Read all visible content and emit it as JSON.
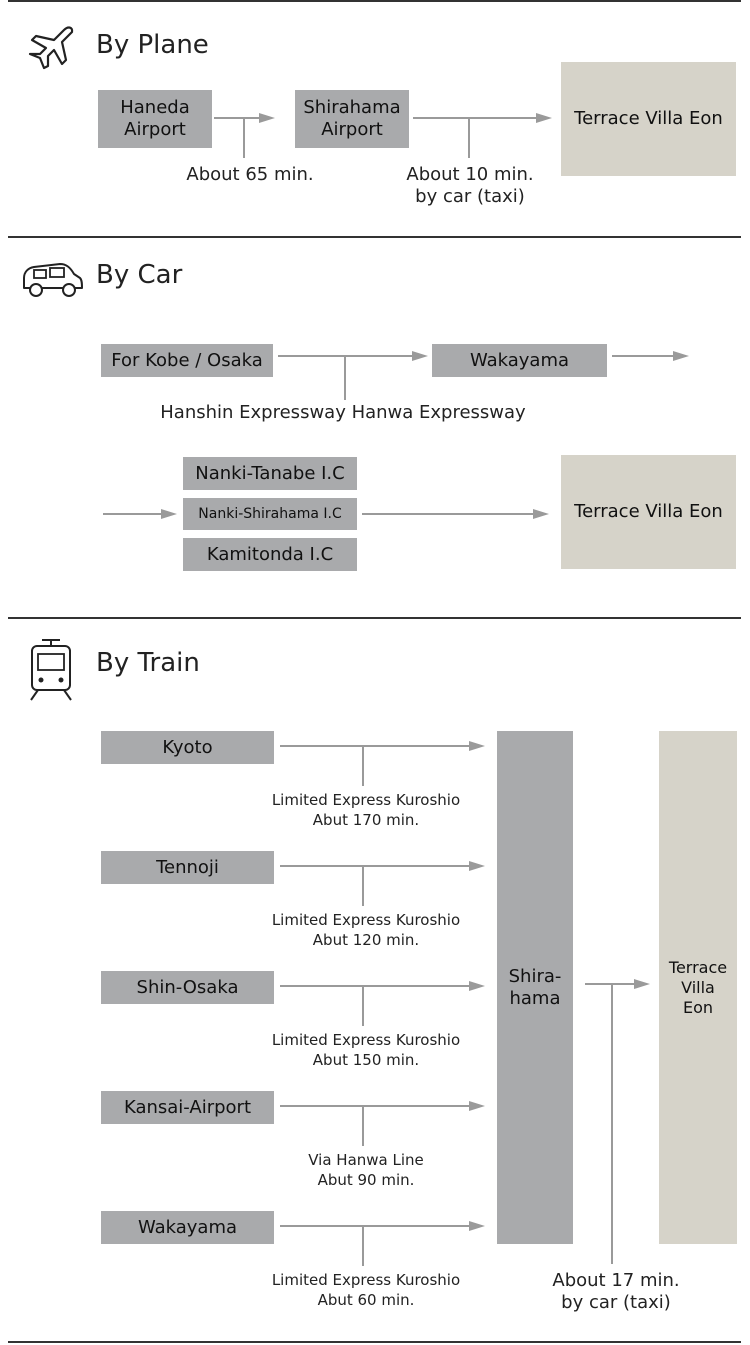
{
  "plane": {
    "title": "By Plane",
    "origin": "Haneda\nAirport",
    "via": "Shirahama\nAirport",
    "dest": "Terrace Villa Eon",
    "leg1": "About 65 min.",
    "leg2": "About 10 min.\nby car (taxi)"
  },
  "car": {
    "title": "By Car",
    "from": "For Kobe / Osaka",
    "via": "Wakayama",
    "road": "Hanshin Expressway Hanwa Expressway",
    "exits": [
      "Nanki-Tanabe I.C",
      "Nanki-Shirahama I.C",
      "Kamitonda I.C"
    ],
    "dest": "Terrace Villa Eon"
  },
  "train": {
    "title": "By Train",
    "routes": [
      {
        "station": "Kyoto",
        "info": "Limited Express Kuroshio\nAbut 170 min."
      },
      {
        "station": "Tennoji",
        "info": "Limited Express Kuroshio\nAbut 120 min."
      },
      {
        "station": "Shin-Osaka",
        "info": "Limited Express Kuroshio\nAbut 150 min."
      },
      {
        "station": "Kansai-Airport",
        "info": "Via Hanwa Line\nAbut 90 min."
      },
      {
        "station": "Wakayama",
        "info": "Limited Express Kuroshio\nAbut 60 min."
      }
    ],
    "hub": "Shira-\nhama",
    "dest": "Terrace\nVilla\nEon",
    "final": "About 17 min.\nby car (taxi)"
  }
}
